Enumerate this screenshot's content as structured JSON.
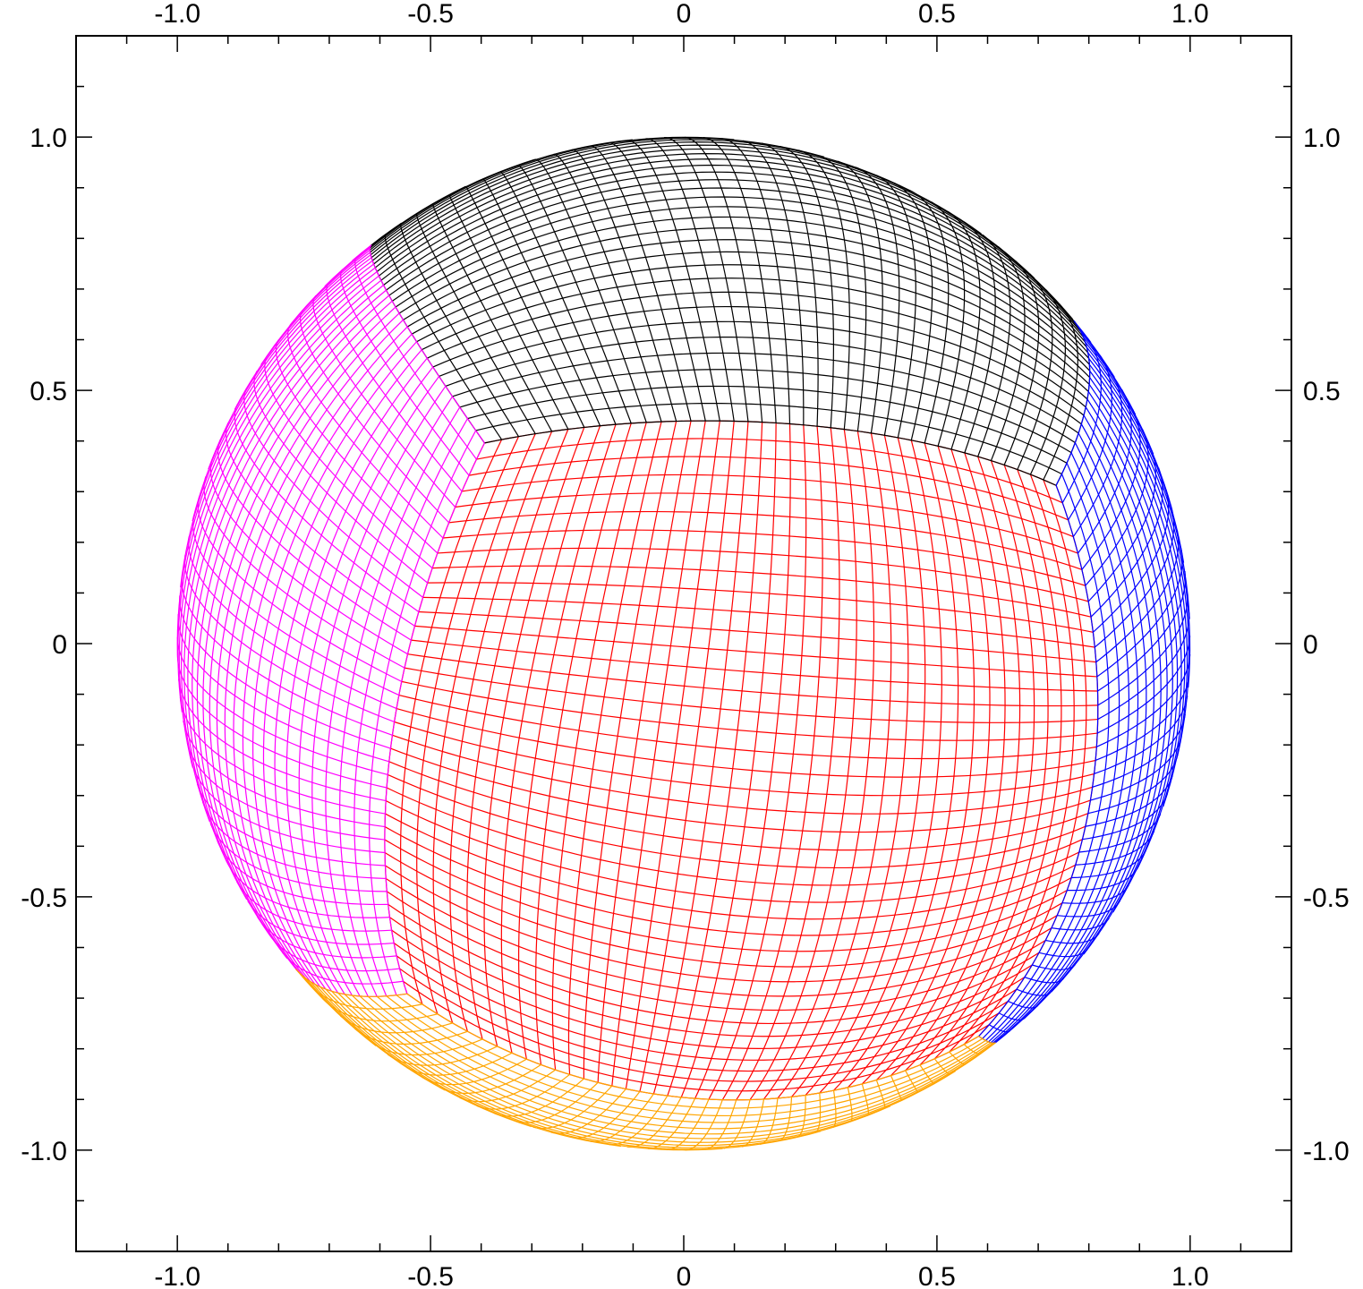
{
  "chart_data": {
    "type": "diagram",
    "description_visible": "cubed-sphere grid projection",
    "title": "",
    "xlabel": "",
    "ylabel": "",
    "xlim": [
      -1.2,
      1.2
    ],
    "ylim": [
      -1.2,
      1.2
    ],
    "x_ticks_major": [
      -1.0,
      -0.5,
      0,
      0.5,
      1.0
    ],
    "y_ticks_major": [
      -1.0,
      -0.5,
      0,
      0.5,
      1.0
    ],
    "x_tick_labels": [
      "-1.0",
      "-0.5",
      "0",
      "0.5",
      "1.0"
    ],
    "y_tick_labels": [
      "-1.0",
      "-0.5",
      "0",
      "0.5",
      "1.0"
    ],
    "minor_tick_step": 0.1,
    "grid": false,
    "sphere_radius": 1.0,
    "view": {
      "rot_z_deg": 12,
      "tilt_deg": 18,
      "roll_deg": -8
    },
    "grid_cells_per_face": 40,
    "faces": [
      {
        "name": "front",
        "color": "#ff0000"
      },
      {
        "name": "top",
        "color": "#000000"
      },
      {
        "name": "right",
        "color": "#0000ff"
      },
      {
        "name": "left",
        "color": "#ff00ff"
      },
      {
        "name": "bottom",
        "color": "#ffa500"
      }
    ]
  }
}
